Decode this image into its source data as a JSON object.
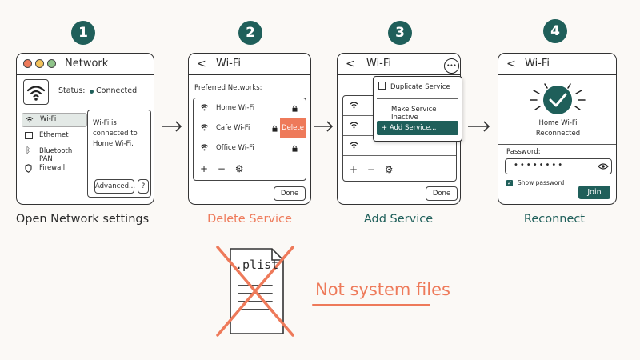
{
  "steps": [
    {
      "number": "1",
      "caption": "Open Network settings"
    },
    {
      "number": "2",
      "caption": "Delete Service"
    },
    {
      "number": "3",
      "caption": "Add Service"
    },
    {
      "number": "4",
      "caption": "Reconnect"
    }
  ],
  "panel1": {
    "title": "Network",
    "status_label": "Status:",
    "status_value": "Connected",
    "sidebar": [
      "Wi-Fi",
      "Ethernet",
      "Bluetooth PAN",
      "Firewall"
    ],
    "info_text": "Wi-Fi is connected to Home Wi-Fi.",
    "advanced_button": "Advanced...",
    "help_button": "?"
  },
  "panel2": {
    "title": "Wi-Fi",
    "back": "<",
    "section_label": "Preferred Networks:",
    "networks": [
      "Home Wi-Fi",
      "Cafe Wi-Fi",
      "Office Wi-Fi"
    ],
    "delete_label": "Delete",
    "add": "+",
    "remove": "−",
    "done_button": "Done"
  },
  "panel3": {
    "title": "Wi-Fi",
    "back": "<",
    "menu_items": [
      "Duplicate Service",
      "Make Service Inactive",
      "+ Add Service..."
    ],
    "more_icon": "•••",
    "add": "+",
    "remove": "−",
    "done_button": "Done"
  },
  "panel4": {
    "title": "Wi-Fi",
    "back": "<",
    "network_name": "Home Wi-Fi",
    "network_status": "Reconnected",
    "password_label": "Password:",
    "password_value": "••••••••",
    "show_password_label": "Show password",
    "join_button": "Join"
  },
  "bottom": {
    "file_label": ".plist",
    "warning_text": "Not system files"
  },
  "colors": {
    "teal": "#1f5f5a",
    "coral": "#ee7a5a",
    "ink": "#2b2b2b"
  }
}
